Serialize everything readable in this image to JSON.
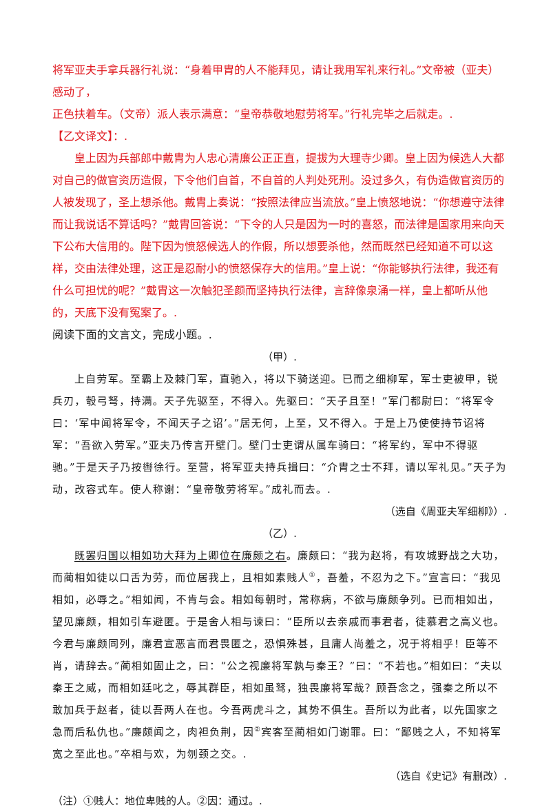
{
  "translation_a_tail": {
    "line1": "将军亚夫手拿兵器行礼说：“身着甲胄的人不能拜见，请让我用军礼来行礼。”文帝被（亚夫）感动了，",
    "line2": "正色扶着车。（文帝）派人表示满意：“皇帝恭敬地慰劳将军。”行礼完毕之后就走。."
  },
  "translation_b": {
    "heading": "【乙文译文】：.",
    "text": "皇上因为兵部郎中戴胄为人忠心清廉公正正直，提拔为大理寺少卿。皇上因为候选人大都对自己的做官资历造假，下令他们自首，不自首的人判处死刑。没过多久，有伪造做官资历的人被发现了，圣上想杀他。戴胄上奏说：“按照法律应当流放。”皇上愤怒地说：“你想遵守法律而让我说话不算话吗？”戴胄回答说：“下令的人只是因为一时的喜怒，而法律是国家用来向天下公布大信用的。陛下因为愤怒候选人的作假，所以想要杀他，然而既然已经知道不可以这样，交由法律处理，这正是忍耐小的愤怒保存大的信用。”皇上说：“你能够执行法律，我还有什么可担忧的呢？”戴胄这一次触犯圣颜而坚持执行法律，言辞像泉涌一样，皇上都听从他的，天底下没有冤案了。."
  },
  "instruction": "阅读下面的文言文，完成小题。.",
  "passage_a": {
    "label": "（甲）.",
    "text": "上自劳军。至霸上及棘门军，直驰入，将以下骑送迎。已而之细柳军，军士吏被甲，锐兵刃，彀弓弩，持满。天子先驱至，不得入。先驱曰：“天子且至！”军门都尉曰：“将军令曰：‘军中闻将军令，不闻天子之诏’。”居无何，上至，又不得入。于是上乃使使持节诏将军：“吾欲入劳军。”亚夫乃传言开壁门。壁门士吏谓从属车骑曰：“将军约，军中不得驱驰。”于是天子乃按辔徐行。至营，将军亚夫持兵揖曰：“介胄之士不拜，请以军礼见。”天子为动，改容式车。使人称谢：“皇帝敬劳将军。”成礼而去。.",
    "source": "（选自《周亚夫军细柳》）."
  },
  "passage_b": {
    "label": "（乙）.",
    "underlined": "既罢归国以相如功大拜为上卿位在廉颇之右",
    "part1": "。廉颇曰：“我为赵将，有攻城野战之大功，而蔺相如徒以口舌为劳，而位居我上，且相如素贱人",
    "sup1": "①",
    "part2": "，吾羞，不忍为之下。”宣言曰：“我见相如，必辱之。”相如闻，不肯与会。相如每朝时，常称病，不欲与廉颇争列。已而相如出，望见廉颇，相如引车避匿。于是舍人相与谏曰：“臣所以去亲戚而事君者，徒慕君之高义也。今君与廉颇同列，廉君宣恶言而君畏匿之，恐惧殊甚，且庸人尚羞之，况于将相乎！臣等不肖，请辞去。”蔺相如固止之，曰：“公之视廉将军孰与秦王？”曰：“不若也。”相如曰：“夫以秦王之威，而相如廷叱之，辱其群臣，相如虽驽，独畏廉将军哉？顾吾念之，强秦之所以不敢加兵于赵者，徒以吾两人在也。今吾两虎斗之，其势不俱生。吾所以为此者，以先国家之急而后私仇也。”廉颇闻之，肉袒负荆，因",
    "sup2": "②",
    "part3": "宾客至蔺相如门谢罪。曰：“鄙贱之人，不知将军宽之至此也。”卒相与欢，为刎颈之交。.",
    "source": "（选自《史记》有删改）."
  },
  "notes": "（注）①贱人：地位卑贱的人。②因：通过。."
}
